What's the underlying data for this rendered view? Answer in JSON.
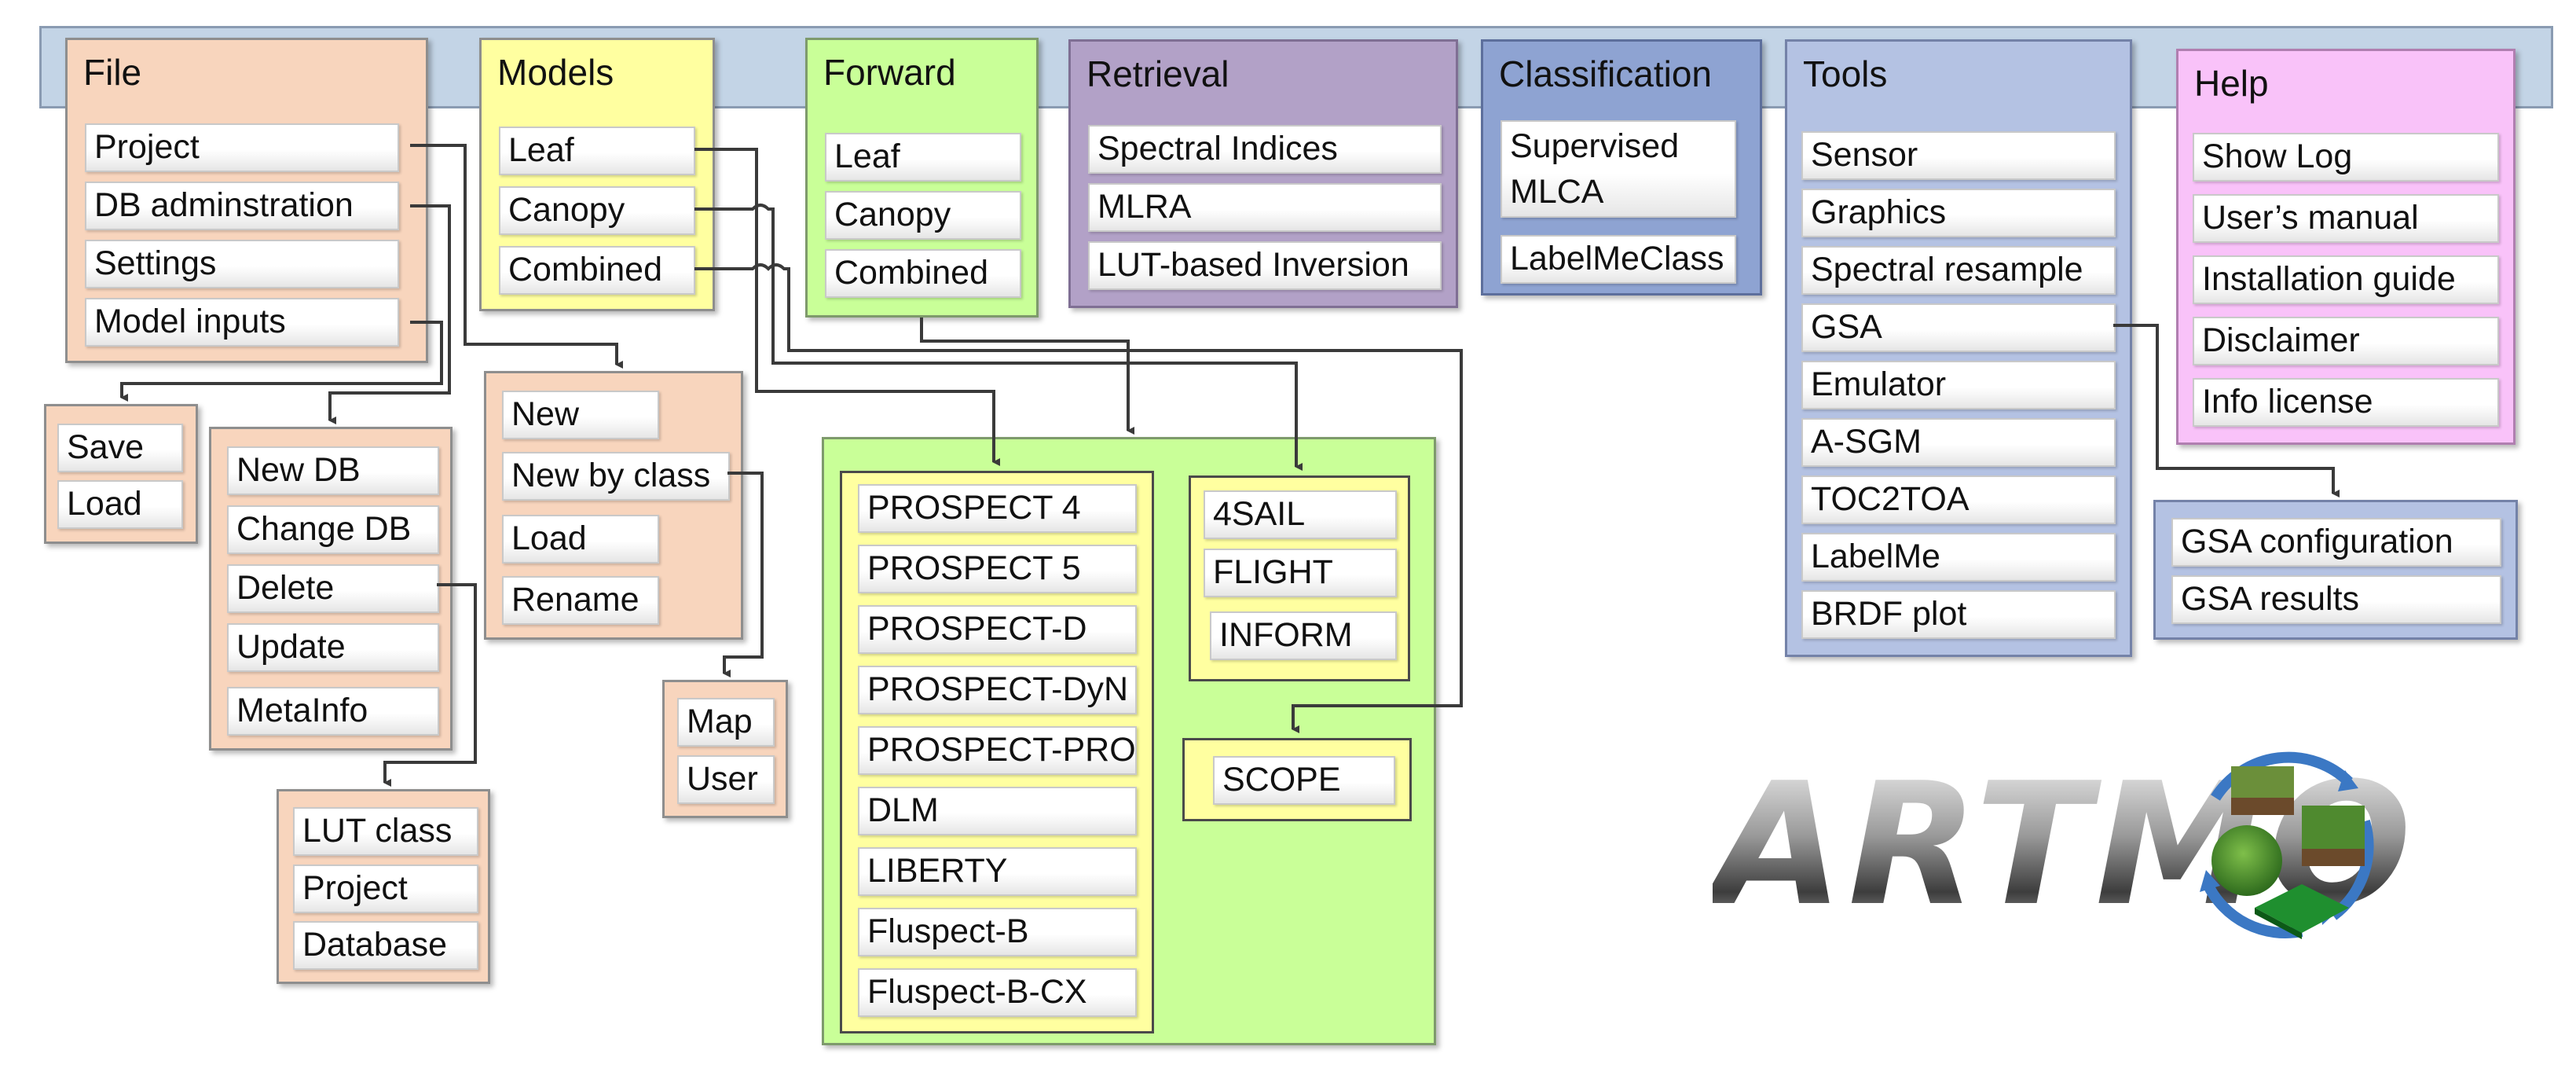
{
  "menus": {
    "file": {
      "title": "File",
      "items": [
        "Project",
        "DB adminstration",
        "Settings",
        "Model inputs"
      ]
    },
    "models": {
      "title": "Models",
      "items": [
        "Leaf",
        "Canopy",
        "Combined"
      ]
    },
    "forward": {
      "title": "Forward",
      "items": [
        "Leaf",
        "Canopy",
        "Combined"
      ]
    },
    "retrieval": {
      "title": "Retrieval",
      "items": [
        "Spectral Indices",
        "MLRA",
        "LUT-based Inversion"
      ]
    },
    "classification": {
      "title": "Classification",
      "items": [
        "Supervised MLCA",
        "LabelMeClass"
      ]
    },
    "tools": {
      "title": "Tools",
      "items": [
        "Sensor",
        "Graphics",
        "Spectral resample",
        "GSA",
        "Emulator",
        "A-SGM",
        "TOC2TOA",
        "LabelMe",
        "BRDF plot"
      ]
    },
    "help": {
      "title": "Help",
      "items": [
        "Show Log",
        "User’s manual",
        "Installation guide",
        "Disclaimer",
        "Info license"
      ]
    }
  },
  "submenus": {
    "project": [
      "Save",
      "Load"
    ],
    "db_admin": [
      "New DB",
      "Change DB",
      "Delete",
      "Update",
      "MetaInfo"
    ],
    "db_delete": [
      "LUT class",
      "Project",
      "Database"
    ],
    "model_project": [
      "New",
      "New by class",
      "Load",
      "Rename"
    ],
    "new_by_class": [
      "Map",
      "User"
    ],
    "leaf_models": [
      "PROSPECT 4",
      "PROSPECT 5",
      "PROSPECT-D",
      "PROSPECT-DyN",
      "PROSPECT-PRO",
      "DLM",
      "LIBERTY",
      "Fluspect-B",
      "Fluspect-B-CX"
    ],
    "canopy_models": [
      "4SAIL",
      "FLIGHT",
      "INFORM"
    ],
    "combined_models": [
      "SCOPE"
    ],
    "gsa": [
      "GSA configuration",
      "GSA results"
    ]
  },
  "logo": {
    "text": "ARTMO"
  },
  "colors": {
    "file": "#f8d5bd",
    "models": "#ffffa0",
    "forward": "#c9ff98",
    "retrieval": "#b2a1c7",
    "classification": "#8ea3d2",
    "tools": "#b4c2e3",
    "help": "#f9c2f9",
    "menubar": "#c3d4e6"
  }
}
